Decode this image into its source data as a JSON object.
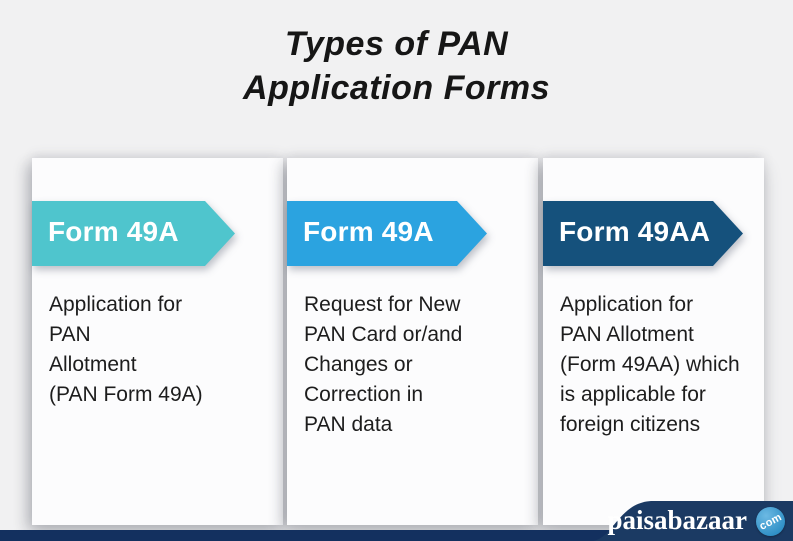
{
  "title": "Types of PAN\nApplication Forms",
  "cards": [
    {
      "label": "Form 49A",
      "description": "Application for\nPAN\nAllotment\n(PAN Form 49A)",
      "banner_color": "#4fc5cd"
    },
    {
      "label": "Form 49A",
      "description": "Request for New\nPAN Card or/and\nChanges or\nCorrection in\nPAN data",
      "banner_color": "#2ba3e0"
    },
    {
      "label": "Form 49AA",
      "description": "Application for\nPAN Allotment\n(Form 49AA) which\nis applicable for\nforeign citizens",
      "banner_color": "#15517c"
    }
  ],
  "footer": {
    "brand": "paisabazaar",
    "tld": "com",
    "band_color": "#1b3a63",
    "bar_color": "#13305f",
    "badge_color": "#3b9bce"
  }
}
